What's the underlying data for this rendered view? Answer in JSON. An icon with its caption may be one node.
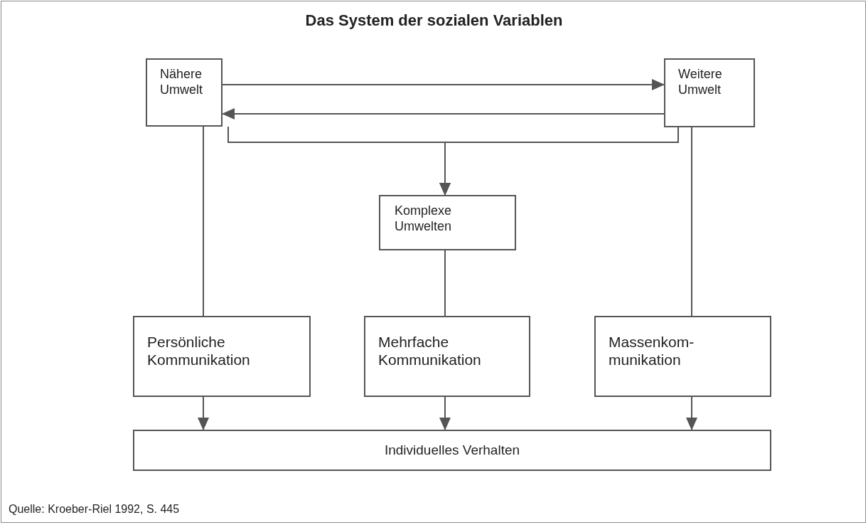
{
  "diagram": {
    "title": "Das System der sozialen Variablen",
    "caption": "Quelle: Kroeber-Riel 1992, S. 445",
    "nodes": [
      {
        "text": [
          "Nähere Umwelt"
        ]
      },
      {
        "text": [
          "Weitere Umwelt"
        ]
      },
      {
        "text": [
          "Komplexe Umwelten"
        ]
      },
      {
        "text": [
          "Persönliche Kommunikation"
        ]
      },
      {
        "text": [
          "Mehrfache Kommunikation"
        ]
      },
      {
        "text": [
          "Massenkom- munikation"
        ]
      },
      {
        "text": [
          "Individuelles Verhalten"
        ]
      }
    ],
    "edges": [
      {
        "from": 0,
        "to": 1,
        "arrow": "to"
      },
      {
        "from": 1,
        "to": 0,
        "arrow": "to"
      },
      {
        "from": 0,
        "to": 2,
        "arrow": "to"
      },
      {
        "from": 1,
        "to": 2,
        "arrow": "to"
      },
      {
        "from": 0,
        "to": 3,
        "arrow": "none"
      },
      {
        "from": 2,
        "to": 4,
        "arrow": "none"
      },
      {
        "from": 1,
        "to": 5,
        "arrow": "none"
      },
      {
        "from": 3,
        "to": 6,
        "arrow": "to"
      },
      {
        "from": 4,
        "to": 6,
        "arrow": "to"
      },
      {
        "from": 5,
        "to": 6,
        "arrow": "to"
      }
    ]
  }
}
